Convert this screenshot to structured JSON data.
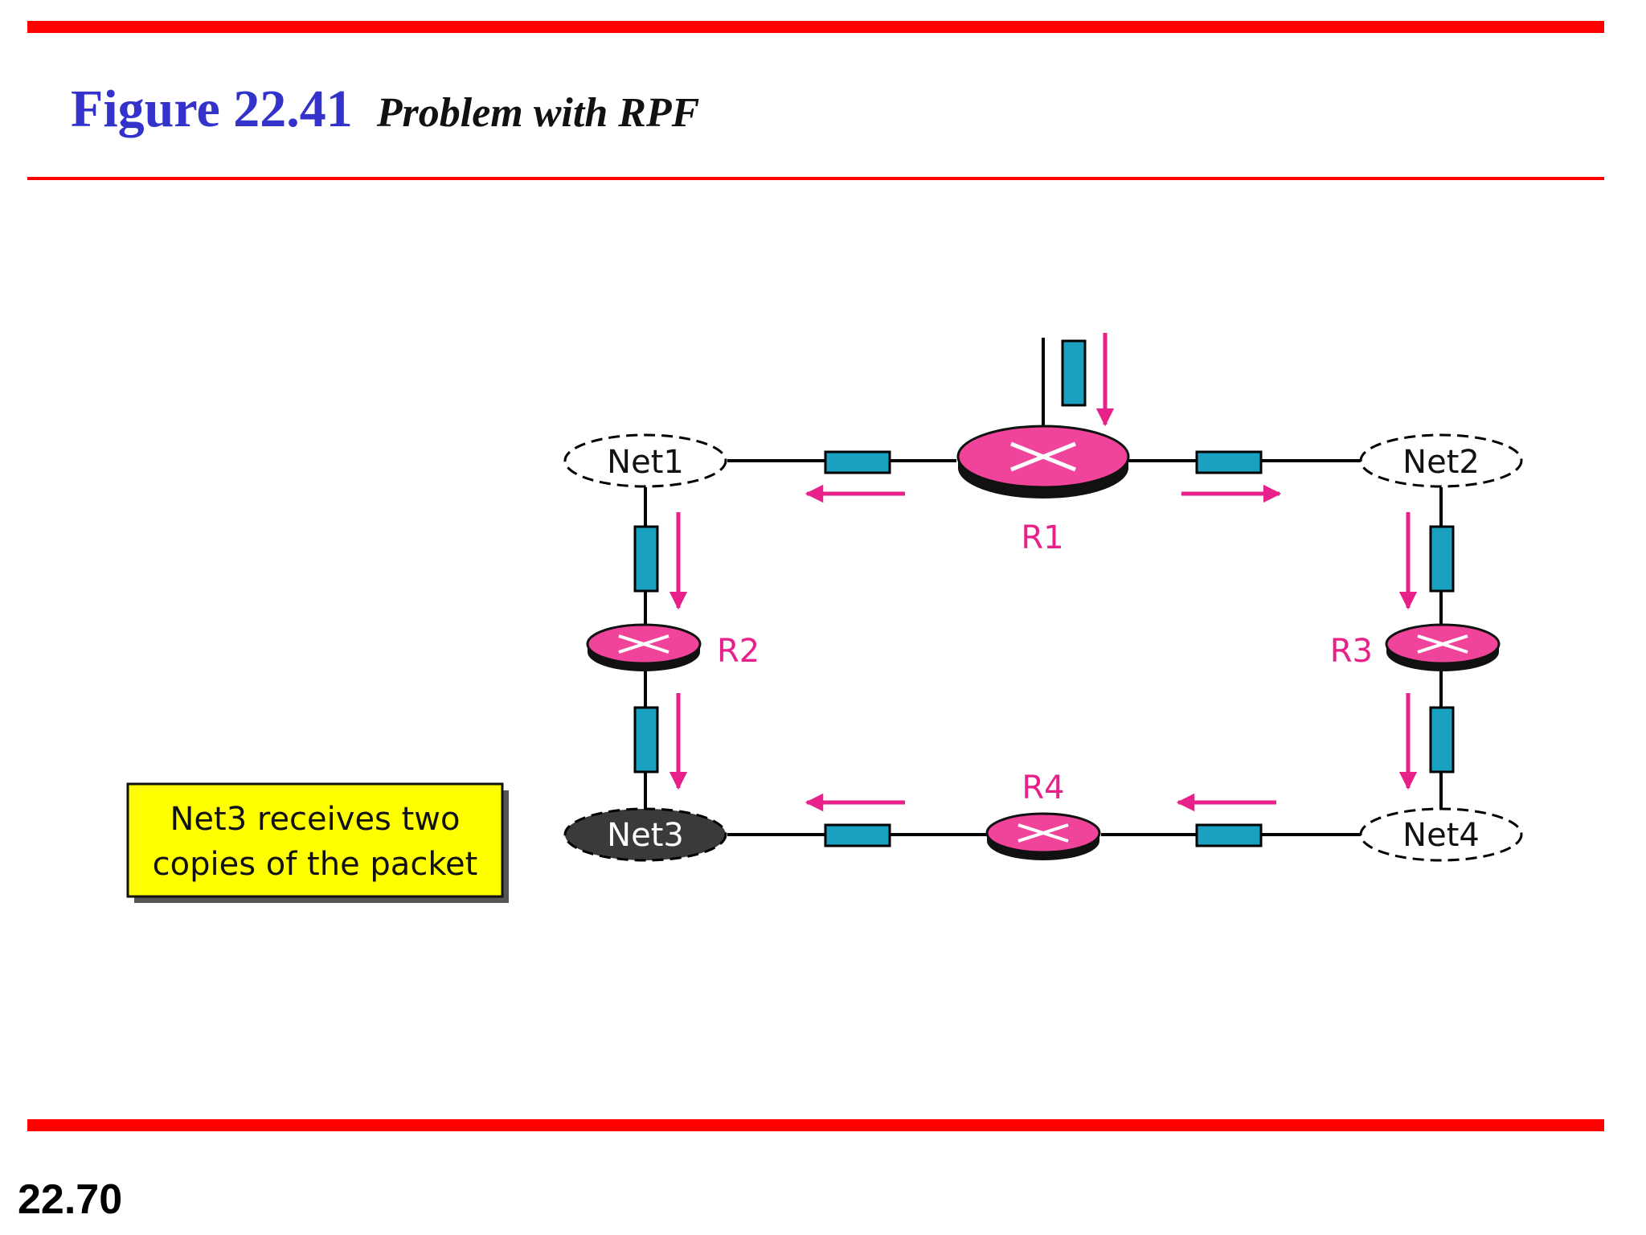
{
  "title": {
    "figure": "Figure 22.41",
    "caption": "Problem with RPF"
  },
  "slide_number": "22.70",
  "networks": {
    "net1": "Net1",
    "net2": "Net2",
    "net3": "Net3",
    "net4": "Net4"
  },
  "routers": {
    "r1": "R1",
    "r2": "R2",
    "r3": "R3",
    "r4": "R4"
  },
  "note": {
    "line1": "Net3 receives two",
    "line2": "copies of the packet"
  },
  "colors": {
    "rule": "#ff0000",
    "title": "#3333cc",
    "router": "#f0449a",
    "packet": "#1aa0c0",
    "arrow": "#e8208a",
    "note_fill": "#ffff00",
    "net3_fill": "#3a3a3a"
  }
}
